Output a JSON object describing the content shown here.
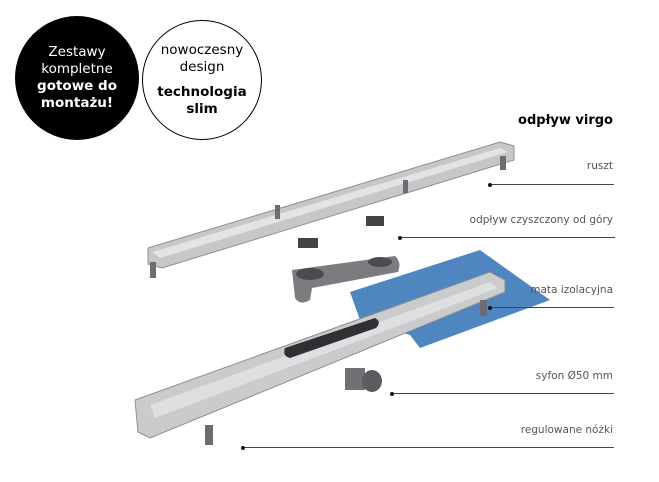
{
  "badges": {
    "left": {
      "line1": "Zestawy",
      "line2": "kompletne",
      "bold1": "gotowe do",
      "bold2": "montażu!"
    },
    "right": {
      "line1": "nowoczesny",
      "line2": "design",
      "bold1": "technologia",
      "bold2": "slim"
    }
  },
  "title": "odpływ virgo",
  "labels": [
    "ruszt",
    "odpływ czyszczony od góry",
    "mata izolacyjna",
    "syfon Ø50 mm",
    "regulowane nóżki"
  ],
  "colors": {
    "mat": "#4f86c0",
    "steel": "#c9cbcd"
  }
}
